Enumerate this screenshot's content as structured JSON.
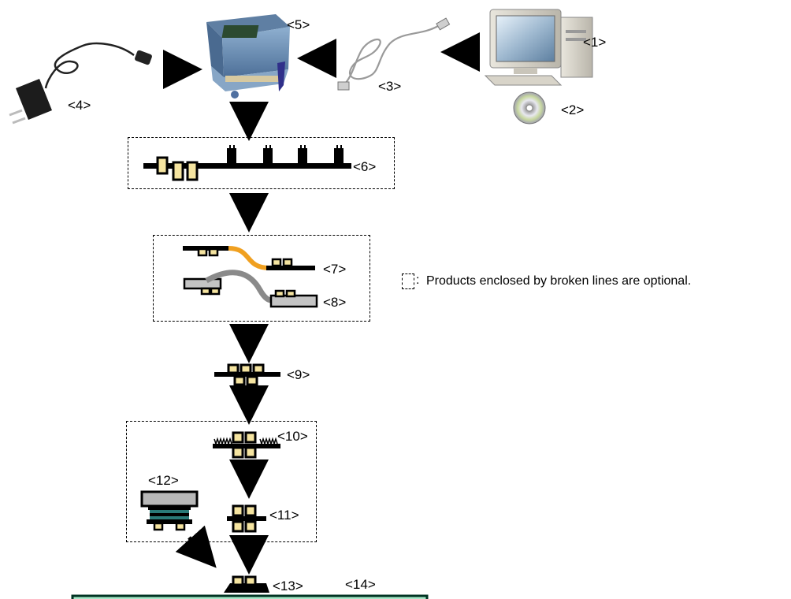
{
  "labels": {
    "l1": "<1>",
    "l2": "<2>",
    "l3": "<3>",
    "l4": "<4>",
    "l5": "<5>",
    "l6": "<6>",
    "l7": "<7>",
    "l8": "<8>",
    "l9": "<9>",
    "l10": "<10>",
    "l11": "<11>",
    "l12": "<12>",
    "l13": "<13>",
    "l14": "<14>"
  },
  "legend": {
    "text": "Products enclosed by broken lines are optional."
  },
  "colors": {
    "pad": "#f5e4a0",
    "orange_cable": "#f0a020",
    "gray_cable": "#8a8a8a",
    "board": "#a8e8c8",
    "board_border": "#003322",
    "emulator_blue": "#6a8bb0",
    "teal": "#2a7a78"
  },
  "icons": {
    "pc": "personal-computer-icon",
    "cd": "cd-rom-icon",
    "usb": "usb-cable-icon",
    "power": "ac-adapter-icon",
    "emulator": "emulator-unit-icon"
  }
}
